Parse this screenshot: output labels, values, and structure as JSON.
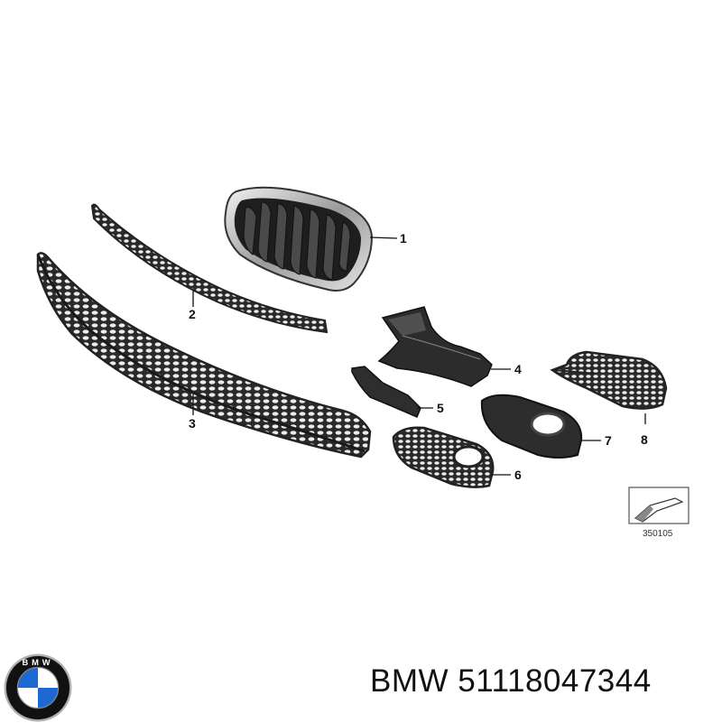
{
  "callouts": {
    "c1": "1",
    "c2": "2",
    "c3": "3",
    "c4": "4",
    "c5": "5",
    "c6": "6",
    "c7": "7",
    "c8": "8"
  },
  "diagram_code": "350105",
  "caption": {
    "brand": "BMW",
    "part_number": "51118047344"
  },
  "logo": {
    "text": "BMW",
    "ring_color": "#111111",
    "blue": "#1c69d4",
    "white": "#ffffff"
  },
  "colors": {
    "part_dark": "#2b2b2b",
    "part_mid": "#555555",
    "chrome": "#c9c9c9",
    "line": "#111111"
  }
}
